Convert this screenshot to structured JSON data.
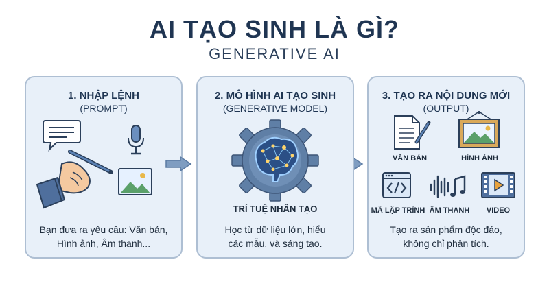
{
  "header": {
    "title": "AI TẠO SINH LÀ GÌ?",
    "subtitle": "GENERATIVE AI"
  },
  "steps": [
    {
      "title": "1. NHẬP LỆNH",
      "subtitle": "(PROMPT)",
      "description_line1": "Bạn đưa ra yêu cầu: Văn bản,",
      "description_line2": "Hình ảnh, Âm thanh..."
    },
    {
      "title": "2. MÔ HÌNH AI TẠO SINH",
      "subtitle": "(GENERATIVE MODEL)",
      "label": "TRÍ TUỆ NHÂN TẠO",
      "description_line1": "Học từ dữ liệu lớn, hiểu",
      "description_line2": "các mẫu, và sáng tạo."
    },
    {
      "title": "3. TẠO RA NỘI DUNG MỚI",
      "subtitle": "(OUTPUT)",
      "outputs": [
        "VĂN BẢN",
        "HÌNH ẢNH",
        "MÃ LẬP TRÌNH",
        "ÂM THANH",
        "VIDEO"
      ],
      "description_line1": "Tạo ra sản phẩm độc đáo,",
      "description_line2": "không chỉ phân tích."
    }
  ],
  "colors": {
    "title": "#1f3552",
    "panel_bg": "#e8f0f9",
    "panel_border": "#aebfd3",
    "arrow": "#6f8fb3",
    "accent_blue": "#5b82b5",
    "green": "#5aa06a",
    "gold": "#d9a95a"
  }
}
